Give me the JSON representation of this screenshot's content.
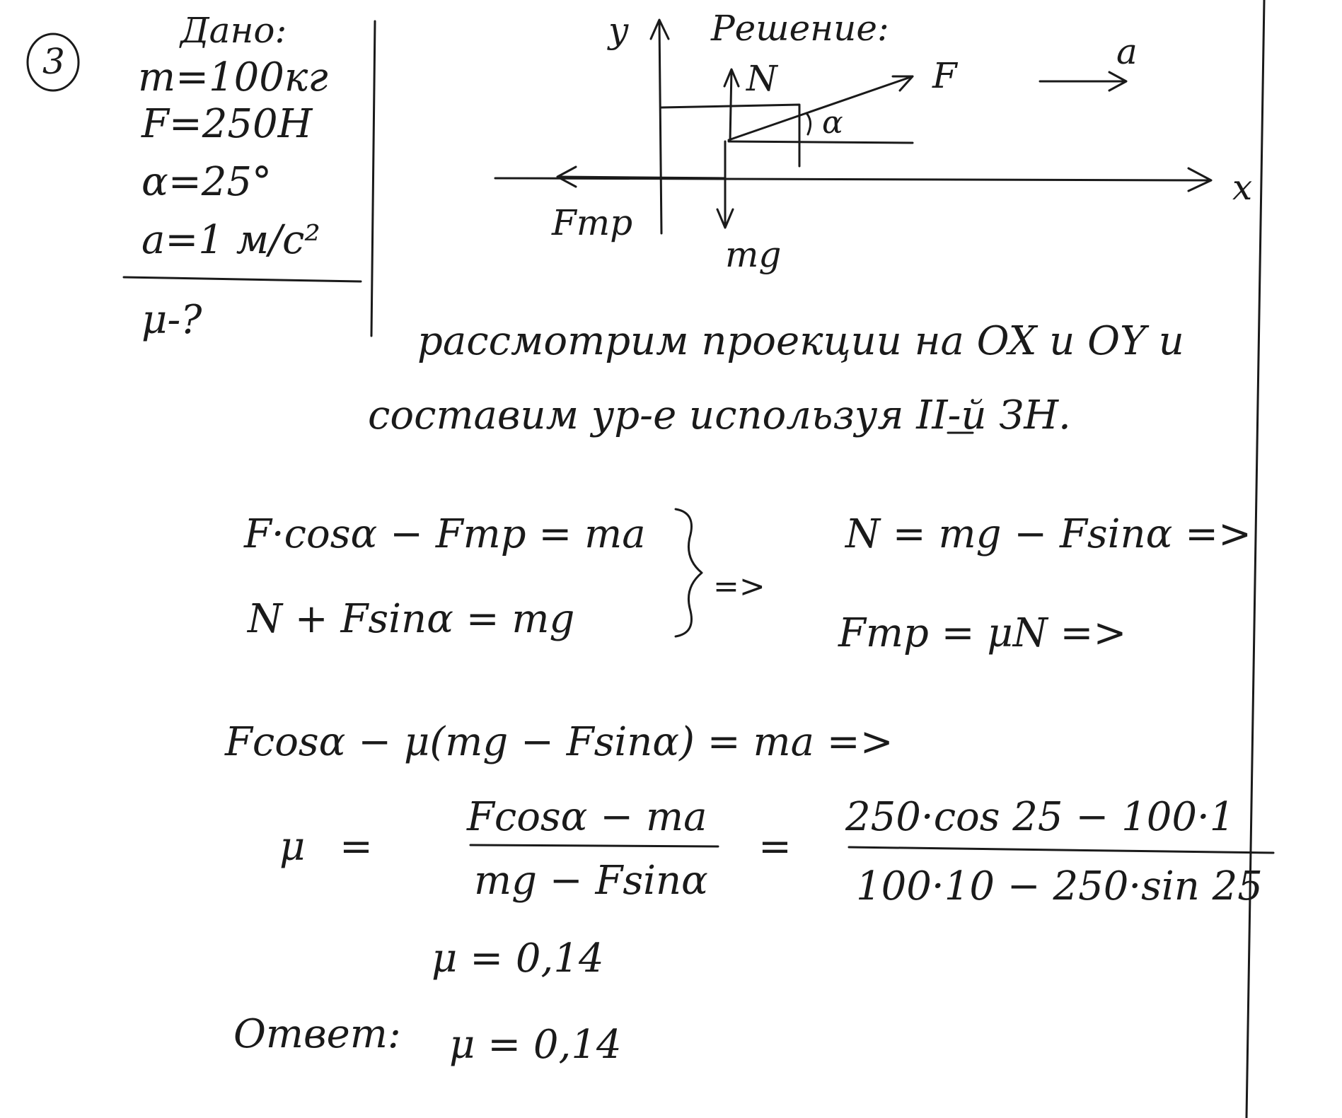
{
  "problem": {
    "number": "3",
    "given_title": "Дано:",
    "given": [
      "m=100кг",
      "F=250Н",
      "α=25°",
      "a=1 м/с²"
    ],
    "find": "μ-?"
  },
  "solution": {
    "title": "Решение:",
    "diagram_labels": {
      "y_axis": "y",
      "x_axis": "x",
      "normal": "N",
      "force": "F",
      "accel": "a",
      "angle": "α",
      "friction": "Fтр",
      "gravity": "mg"
    },
    "text_line1": "рассмотрим проекции на OX и OY и",
    "text_line2": "составим ур-е используя II-й ЗН.",
    "system": {
      "eq1": "F·cosα − Fтр = ma",
      "eq2": "N + Fsinα = mg",
      "implies": "=>",
      "r1": "N = mg − Fsinα =>",
      "r2": "Fтр = μN =>"
    },
    "combined": "Fcosα − μ(mg − Fsinα) = ma =>",
    "mu_symbol": "μ",
    "eq_sign": "=",
    "frac_num": "Fcosα − ma",
    "frac_den": "mg − Fsinα",
    "eq_sign2": "=",
    "num_num": "250·cos 25 − 100·1",
    "num_den": "100·10 − 250·sin 25",
    "result": "μ = 0,14",
    "answer_label": "Ответ:",
    "answer": "μ = 0,14"
  }
}
